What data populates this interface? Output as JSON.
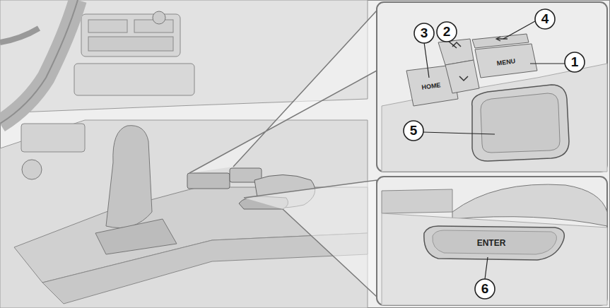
{
  "diagram": {
    "labels": [
      "3",
      "2",
      "4",
      "1",
      "HOME",
      "MENU",
      "5",
      "ENTER",
      "6"
    ]
  }
}
